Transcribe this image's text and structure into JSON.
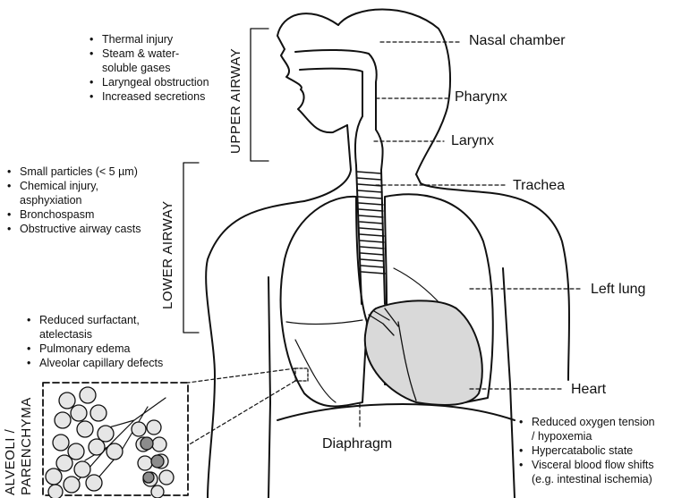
{
  "labels": {
    "nasal": "Nasal chamber",
    "pharynx": "Pharynx",
    "larynx": "Larynx",
    "trachea": "Trachea",
    "left_lung": "Left lung",
    "heart": "Heart",
    "diaphragm": "Diaphragm"
  },
  "sections": {
    "upper": "UPPER AIRWAY",
    "lower": "LOWER AIRWAY",
    "alveoli_1": "ALVEOLI /",
    "alveoli_2": "PARENCHYMA"
  },
  "upper_airway_bullets": [
    "Thermal injury",
    "Steam & water-",
    "soluble gases",
    "Laryngeal obstruction",
    "Increased secretions"
  ],
  "lower_airway_bullets": [
    "Small particles (< 5 µm)",
    "Chemical injury,",
    "asphyxiation",
    "Bronchospasm",
    "Obstructive airway casts"
  ],
  "alveoli_bullets": [
    "Reduced surfactant,",
    "atelectasis",
    "Pulmonary edema",
    "Alveolar capillary defects"
  ],
  "systemic_bullets": [
    "Reduced oxygen tension",
    "/ hypoxemia",
    "Hypercatabolic state",
    "Visceral blood flow shifts",
    "(e.g. intestinal ischemia)"
  ],
  "colors": {
    "heart_fill": "#d9d9d9",
    "alveolus_light": "#e6e6e6",
    "alveolus_dark": "#8c8c8c"
  }
}
